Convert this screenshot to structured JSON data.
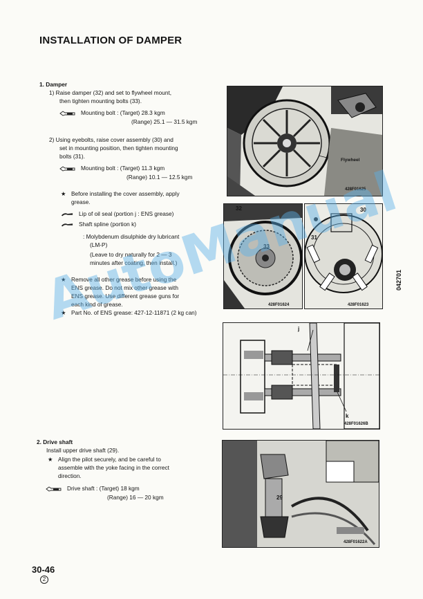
{
  "title": "INSTALLATION OF DAMPER",
  "sec1": {
    "heading": "1.  Damper",
    "s1a": "1)  Raise damper (32) and set to flywheel mount,",
    "s1b": "then tighten mounting bolts (33).",
    "s1t": "Mounting bolt : (Target) 28.3 kgm",
    "s1r": "(Range) 25.1 — 31.5 kgm",
    "s2a": "2)  Using eyebolts, raise cover assembly (30) and",
    "s2b": "set in mounting position, then tighten mounting",
    "s2c": "bolts (31).",
    "s2t": "Mounting bolt : (Target) 11.3 kgm",
    "s2r": "(Range) 10.1 — 12.5 kgm",
    "n1a": "Before installing the cover assembly, apply",
    "n1b": "grease.",
    "g1": "Lip of oil seal (portion j : ENS grease)",
    "g2": "Shaft spline (portion k)",
    "m1": ":  Molybdenum disulphide dry lubricant",
    "m2": "(LM-P)",
    "m3": "(Leave to dry naturally for 2 — 3",
    "m4": "minutes after coating, then install.)",
    "n2a": "Remove all other grease before using the",
    "n2b": "ENS grease. Do not mix other grease with",
    "n2c": "ENS grease. Use different grease guns for",
    "n2d": "each kind of grease.",
    "n3": "Part No. of ENS grease: 427-12-11871 (2 kg can)"
  },
  "sec2": {
    "heading": "2.  Drive shaft",
    "l1": "Install upper drive shaft (29).",
    "l2": "Align the pilot securely, and be careful to",
    "l3": "assemble with the yoke facing in the correct",
    "l4": "direction.",
    "t": "Drive shaft : (Target) 18 kgm",
    "r": "(Range) 16 — 20 kgm"
  },
  "star": "★",
  "figures": {
    "f1": {
      "caption": "428F01625",
      "label": "Flywheel"
    },
    "f2": {
      "caption": "428F01624",
      "l32": "32",
      "l33": "33"
    },
    "f3": {
      "caption": "428F01623",
      "l30": "30",
      "l31": "31"
    },
    "f4": {
      "caption": "428F01626B",
      "lj": "j",
      "lk": "k"
    },
    "f5": {
      "caption": "428F01622A",
      "l29": "29"
    }
  },
  "watermark": "AutoManual",
  "side_code": "042701",
  "page_number": "30-46",
  "revision": "2"
}
